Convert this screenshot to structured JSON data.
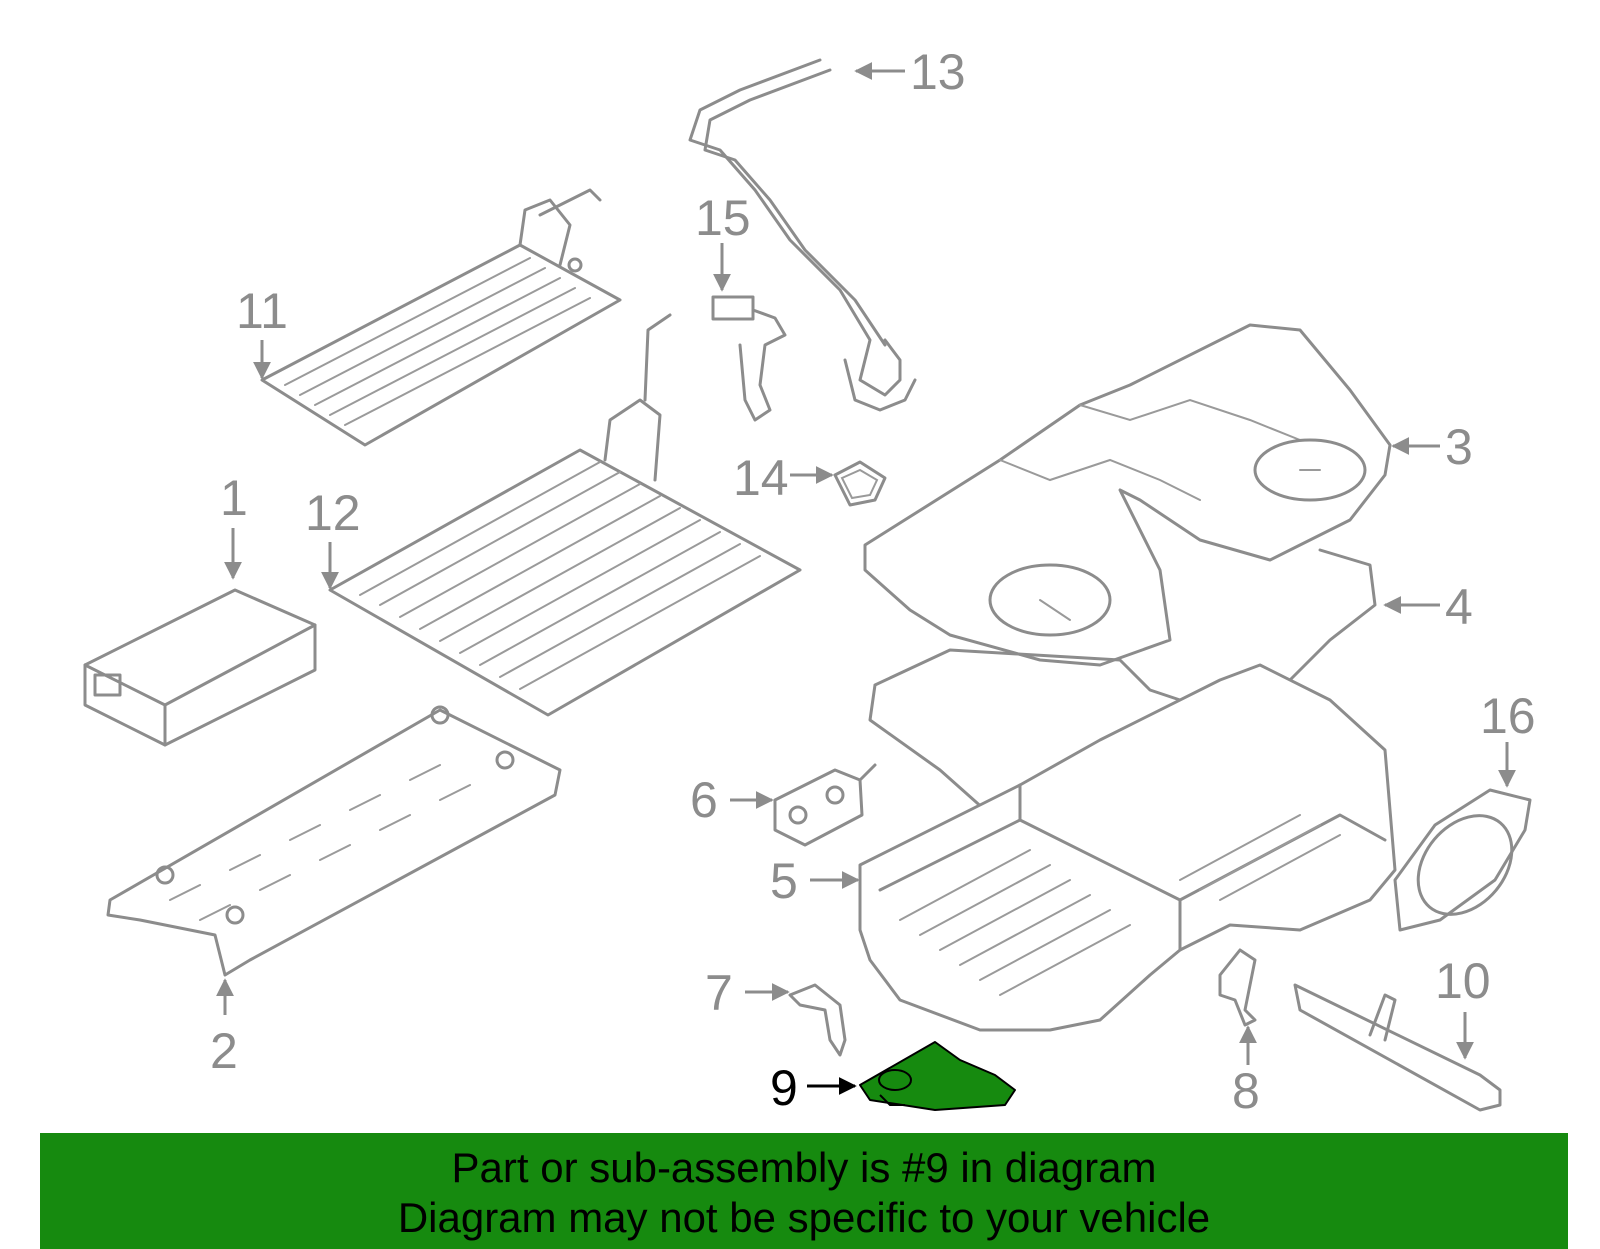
{
  "callouts": [
    "1",
    "2",
    "3",
    "4",
    "5",
    "6",
    "7",
    "8",
    "9",
    "10",
    "11",
    "12",
    "13",
    "14",
    "15",
    "16"
  ],
  "highlighted_part": "9",
  "colors": {
    "part_stroke": "#8c8c8c",
    "highlight_fill": "#168a0f",
    "banner_bg": "#168a0f",
    "text": "#000000"
  },
  "banner": {
    "line1": "Part or sub-assembly is #9 in diagram",
    "line2": "Diagram may not be specific to your vehicle"
  }
}
